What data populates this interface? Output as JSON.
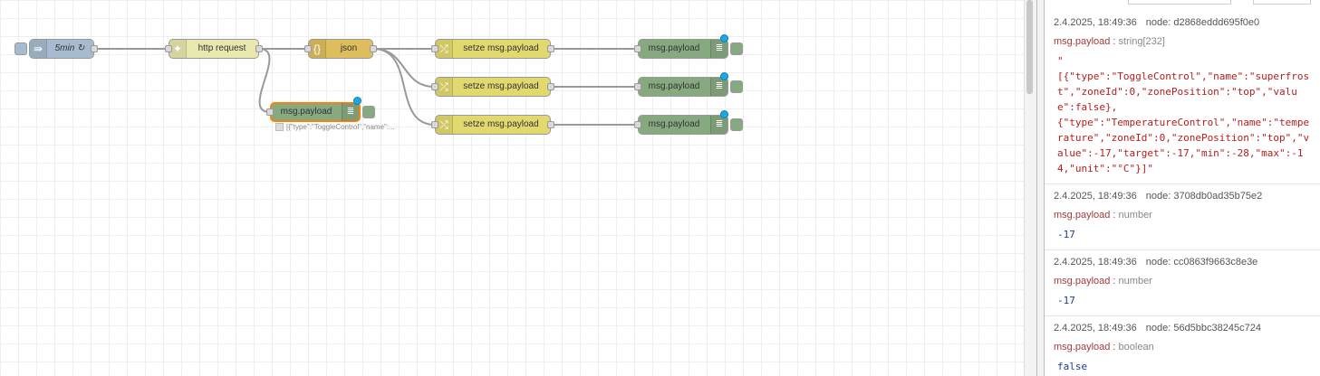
{
  "flow": {
    "inject": {
      "label": "5min ↻",
      "icon": "arrow-in-icon"
    },
    "http": {
      "label": "http request",
      "icon": "globe-icon"
    },
    "json": {
      "label": "json",
      "icon": "braces-icon"
    },
    "change": [
      {
        "label": "setze msg.payload"
      },
      {
        "label": "setze msg.payload"
      },
      {
        "label": "setze msg.payload"
      }
    ],
    "debug": [
      {
        "label": "msg.payload"
      },
      {
        "label": "msg.payload"
      },
      {
        "label": "msg.payload"
      },
      {
        "label": "msg.payload",
        "status": "[{\"type\":\"ToggleControl\",\"name\":..."
      }
    ]
  },
  "colors": {
    "inject": "#a6bbcf",
    "http": "#e7e7ae",
    "json": "#debd5c",
    "change": "#e2d96e",
    "debug": "#87a980",
    "wire": "#999999",
    "status": "#19a9e5"
  },
  "sidebar": {
    "messages": [
      {
        "time": "2.4.2025, 18:49:36",
        "node": "node: d2868eddd695f0e0",
        "topic": "msg.payload",
        "type": "string[232]",
        "value": "\"\n[{\"type\":\"ToggleControl\",\"name\":\"superfrost\",\"zoneId\":0,\"zonePosition\":\"top\",\"value\":false},\n{\"type\":\"TemperatureControl\",\"name\":\"temperature\",\"zoneId\":0,\"zonePosition\":\"top\",\"value\":-17,\"target\":-17,\"min\":-28,\"max\":-14,\"unit\":\"°C\"}]\""
      },
      {
        "time": "2.4.2025, 18:49:36",
        "node": "node: 3708db0ad35b75e2",
        "topic": "msg.payload",
        "type": "number",
        "value": "-17"
      },
      {
        "time": "2.4.2025, 18:49:36",
        "node": "node: cc0863f9663c8e3e",
        "topic": "msg.payload",
        "type": "number",
        "value": "-17"
      },
      {
        "time": "2.4.2025, 18:49:36",
        "node": "node: 56d5bbc38245c724",
        "topic": "msg.payload",
        "type": "boolean",
        "value": "false"
      }
    ]
  }
}
